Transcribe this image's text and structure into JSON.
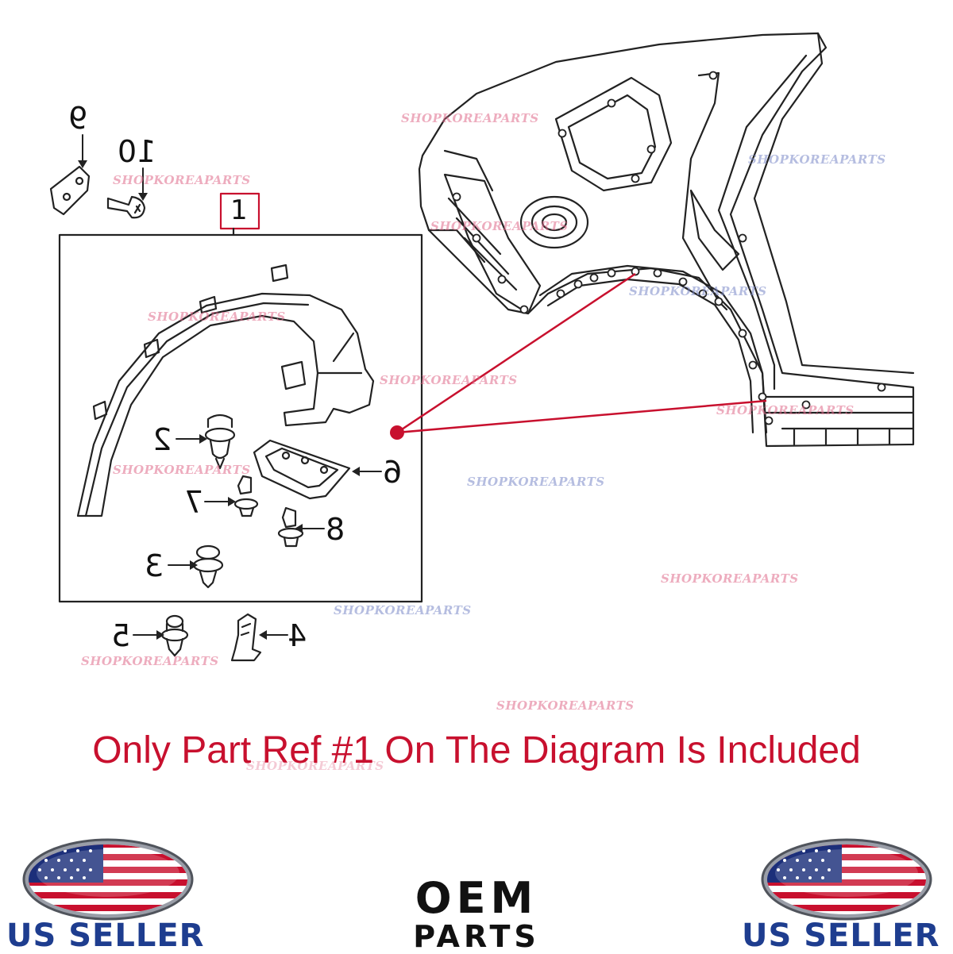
{
  "diagram": {
    "part_callouts": [
      "1",
      "2",
      "3",
      "4",
      "5",
      "6",
      "7",
      "8",
      "9",
      "10"
    ],
    "watermark_text": "SHOPKOREAPARTS"
  },
  "notice": "Only Part Ref #1 On The Diagram Is Included",
  "badges": {
    "left_label": "US SELLER",
    "right_label": "US SELLER"
  },
  "oem_logo": {
    "line1": "OEM",
    "line2": "PARTS"
  },
  "colors": {
    "accent_red": "#c8102e",
    "seller_blue": "#1e3d8f",
    "watermark_pink": "#e06a8a",
    "watermark_blue": "#7a88c8"
  }
}
